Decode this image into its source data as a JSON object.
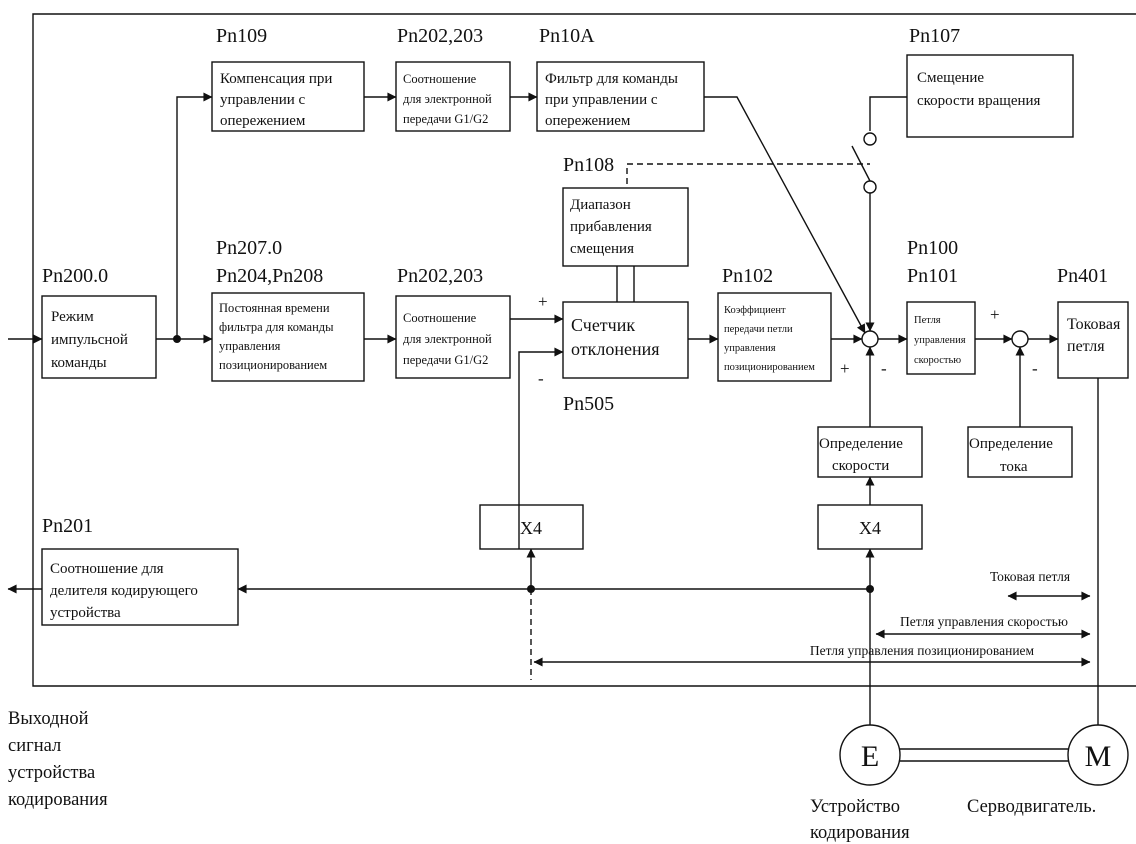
{
  "params": {
    "pn109": "Pn109",
    "pn202_top": "Pn202,203",
    "pn10a": "Pn10A",
    "pn107": "Pn107",
    "pn108": "Pn108",
    "pn207": "Pn207.0",
    "pn204": "Pn204,Pn208",
    "pn202_mid": "Pn202,203",
    "pn102": "Pn102",
    "pn100": "Pn100",
    "pn101": "Pn101",
    "pn401": "Pn401",
    "pn200": "Pn200.0",
    "pn505": "Pn505",
    "pn201": "Pn201"
  },
  "blocks": {
    "feedforward_comp": [
      "Компенсация при",
      "управлении с",
      "опережением"
    ],
    "gear_ratio_top": [
      "Соотношение",
      "для электронной",
      "передачи G1/G2"
    ],
    "ff_filter": [
      "Фильтр для команды",
      "при управлении с",
      "опережением"
    ],
    "speed_bias": [
      "Смещение",
      "скорости вращения"
    ],
    "bias_range": [
      "Диапазон",
      "прибавления",
      "смещения"
    ],
    "pulse_mode": [
      "Режим",
      "импульсной",
      "команды"
    ],
    "filter_time": [
      "Постоянная времени",
      "фильтра для команды",
      "управления",
      "позиционированием"
    ],
    "gear_ratio_mid": [
      "Соотношение",
      "для электронной",
      "передачи G1/G2"
    ],
    "deviation_counter": [
      "Счетчик",
      "отклонения"
    ],
    "pos_loop_gain": [
      "Коэффициент",
      "передачи петли",
      "управления",
      "позиционированием"
    ],
    "speed_loop": [
      "Петля",
      "управления",
      "скоростью"
    ],
    "current_loop": [
      "Токовая",
      "петля"
    ],
    "speed_detect": [
      "Определение",
      "скорости"
    ],
    "current_detect": [
      "Определение",
      "тока"
    ],
    "x4_left": "X4",
    "x4_right": "X4",
    "divider": [
      "Соотношение для",
      "делителя кодирующего",
      "устройства"
    ]
  },
  "signs": {
    "plus": "+",
    "minus": "-"
  },
  "ranges": {
    "current": "Токовая петля",
    "speed": "Петля управления скоростью",
    "position": "Петля управления позиционированием"
  },
  "motors": {
    "encoder_letter": "E",
    "motor_letter": "M"
  },
  "captions": {
    "output": [
      "Выходной",
      "сигнал",
      "устройства",
      "кодирования"
    ],
    "encoder": [
      "Устройство",
      "кодирования"
    ],
    "servo": "Серводвигатель."
  }
}
